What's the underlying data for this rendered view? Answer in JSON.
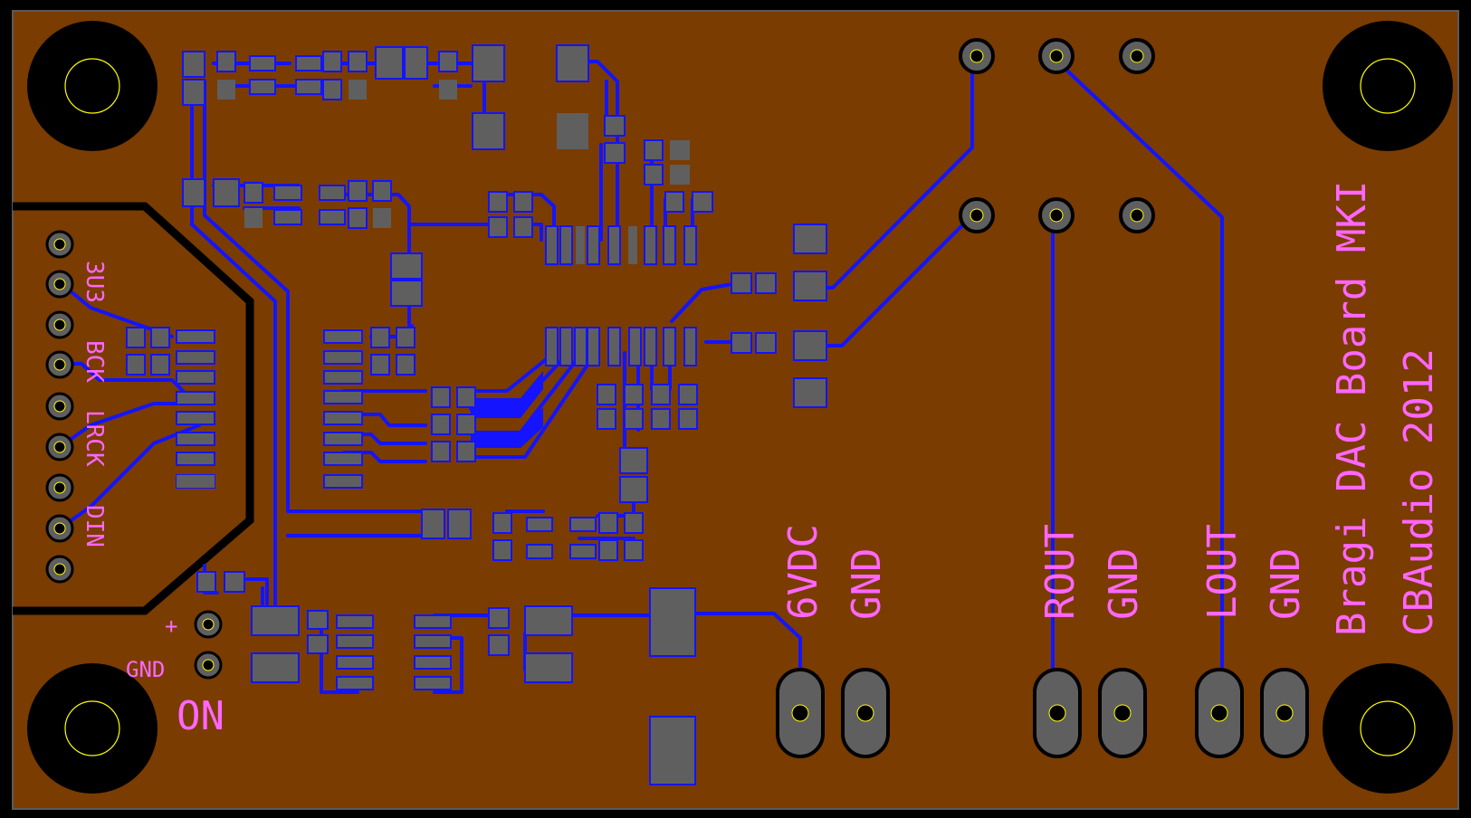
{
  "board": {
    "title": "Bragi DAC Board MKI",
    "credit": "CBAudio 2012"
  },
  "header_labels": [
    "3U3",
    "BCK",
    "LRCK",
    "DIN"
  ],
  "power_labels": {
    "plus": "+",
    "gnd": "GND",
    "on": "ON"
  },
  "terminal_labels": [
    "6VDC",
    "GND",
    "ROUT",
    "GND",
    "LOUT",
    "GND"
  ],
  "colors": {
    "background": "#000000",
    "board": "#7a3c00",
    "copper": "#1414ff",
    "pad": "#5f5f5f",
    "silkscreen": "#ff66ff",
    "drill_outline": "#ffff00"
  }
}
